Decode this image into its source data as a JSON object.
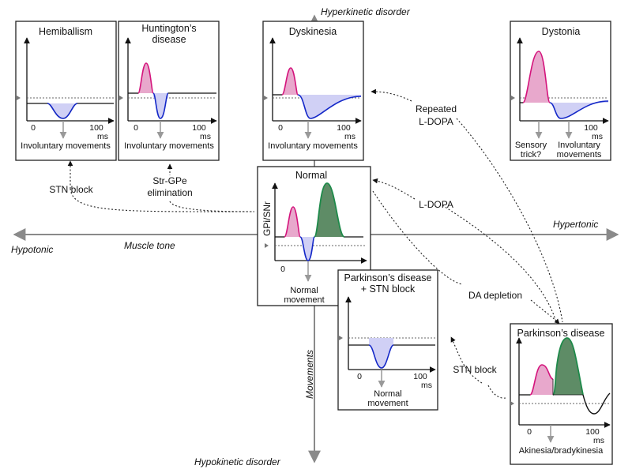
{
  "axes": {
    "up": "Hyperkinetic disorder",
    "down": "Hypokinetic disorder",
    "left": "Hypotonic",
    "right": "Hypertonic",
    "horizontal": "Muscle tone",
    "vertical": "Movements"
  },
  "colors": {
    "excitation_line": "#d4147c",
    "excitation_fill": "#e8a8cc",
    "inhibition_line": "#1428c8",
    "inhibition_fill": "#d0d0f5",
    "late_line": "#1e8a4a",
    "late_fill": "#5e8c66",
    "axis_arrow": "#8a8a8a"
  },
  "panels": {
    "hemiballism": {
      "title": "Hemiballism",
      "tick0": "0",
      "tick100": "100",
      "unit": "ms",
      "outcome": "Involuntary movements"
    },
    "huntington": {
      "title_line1": "Huntington’s",
      "title_line2": "disease",
      "tick0": "0",
      "tick100": "100",
      "unit": "ms",
      "outcome": "Involuntary movements"
    },
    "dyskinesia": {
      "title": "Dyskinesia",
      "tick0": "0",
      "tick100": "100",
      "unit": "ms",
      "outcome": "Involuntary movements"
    },
    "dystonia": {
      "title": "Dystonia",
      "tick100": "100",
      "unit": "ms",
      "sensory_line1": "Sensory",
      "sensory_line2": "trick?",
      "outcome_line1": "Involuntary",
      "outcome_line2": "movements"
    },
    "normal": {
      "title": "Normal",
      "ylabel": "GPi/SNr",
      "tick0": "0",
      "outcome_line1": "Normal",
      "outcome_line2": "movement"
    },
    "pd_stn": {
      "title_line1": "Parkinson’s disease",
      "title_line2": "+ STN block",
      "tick0": "0",
      "tick100": "100",
      "unit": "ms",
      "outcome_line1": "Normal",
      "outcome_line2": "movement"
    },
    "pd": {
      "title": "Parkinson’s disease",
      "tick0": "0",
      "tick100": "100",
      "unit": "ms",
      "outcome": "Akinesia/bradykinesia"
    }
  },
  "annotations": {
    "stn_block_left": "STN block",
    "str_gpe_line1": "Str-GPe",
    "str_gpe_line2": "elimination",
    "repeated_line1": "Repeated",
    "repeated_line2": "L-DOPA",
    "ldopa": "L-DOPA",
    "da_depletion": "DA depletion",
    "stn_block_right": "STN block"
  }
}
